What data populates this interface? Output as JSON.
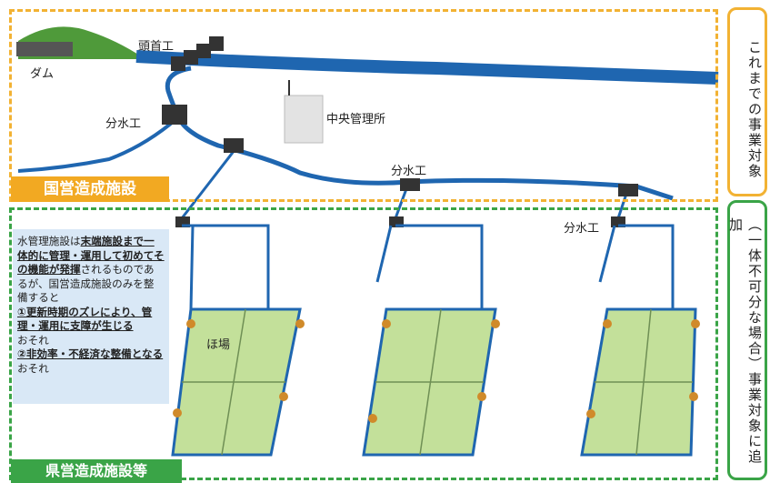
{
  "labels": {
    "national_facility": "国営造成施設",
    "prefectural_facility": "県営造成施設等",
    "dam": "ダム",
    "headworks": "頭首工",
    "diversion1": "分水工",
    "diversion2": "分水工",
    "diversion3": "分水工",
    "central_office": "中央管理所",
    "field": "ほ場"
  },
  "side": {
    "upper": "これまでの事業対象",
    "lower": "（一体不可分な場合）事業対象に追加"
  },
  "note": {
    "p1_a": "水管理施設は",
    "p1_b": "末端施設まで一体的に管理・運用して初めてその機能が発揮",
    "p1_c": "されるものであるが、国営造成施設のみを整備すると",
    "p2": "①更新時期のズレにより、管理・運用に支障が生じる",
    "p2_c": "おそれ",
    "p3": "②非効率・不経済な整備となる",
    "p3_c": "おそれ"
  },
  "colors": {
    "national": "#f2b233",
    "prefectural": "#3aa447",
    "water": "#1f66b0",
    "field": "#c3e09a",
    "note_bg": "#d9e8f6"
  }
}
